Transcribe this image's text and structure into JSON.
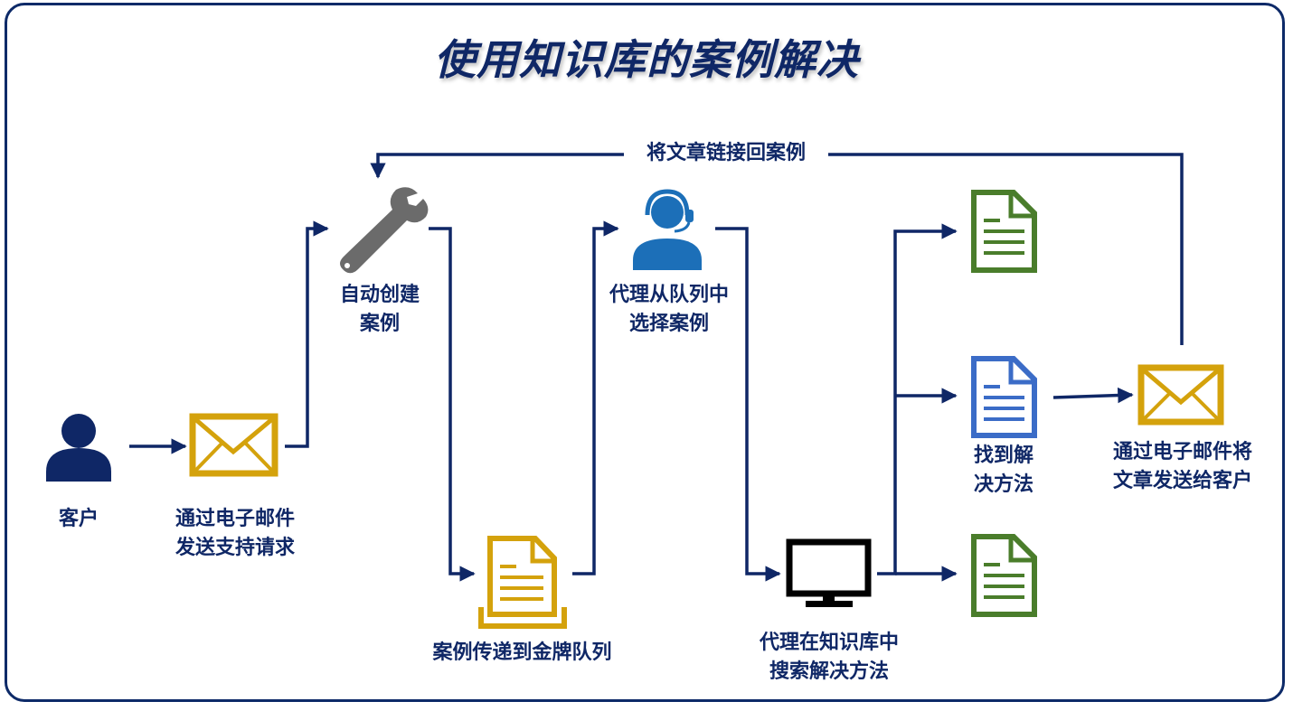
{
  "title": "使用知识库的案例解决",
  "loop_label": "将文章链接回案例",
  "steps": {
    "customer": "客户",
    "email_request": [
      "通过电子邮件",
      "发送支持请求"
    ],
    "auto_create": [
      "自动创建",
      "案例"
    ],
    "gold_queue": "案例传递到金牌队列",
    "agent_select": [
      "代理从队列中",
      "选择案例"
    ],
    "agent_search": [
      "代理在知识库中",
      "搜索解决方法"
    ],
    "found": [
      "找到解",
      "决方法"
    ],
    "email_article": [
      "通过电子邮件将",
      "文章发送给客户"
    ]
  },
  "colors": {
    "navy": "#0f2766",
    "gold": "#d4a20c",
    "green": "#4a7d2b",
    "blue": "#3b6cc7",
    "wrench": "#6b6b6b",
    "agent_blue": "#1c6fb8"
  },
  "icons": [
    "person-icon",
    "envelope-icon",
    "wrench-icon",
    "document-tray-icon",
    "headset-agent-icon",
    "monitor-icon",
    "document-icon"
  ]
}
